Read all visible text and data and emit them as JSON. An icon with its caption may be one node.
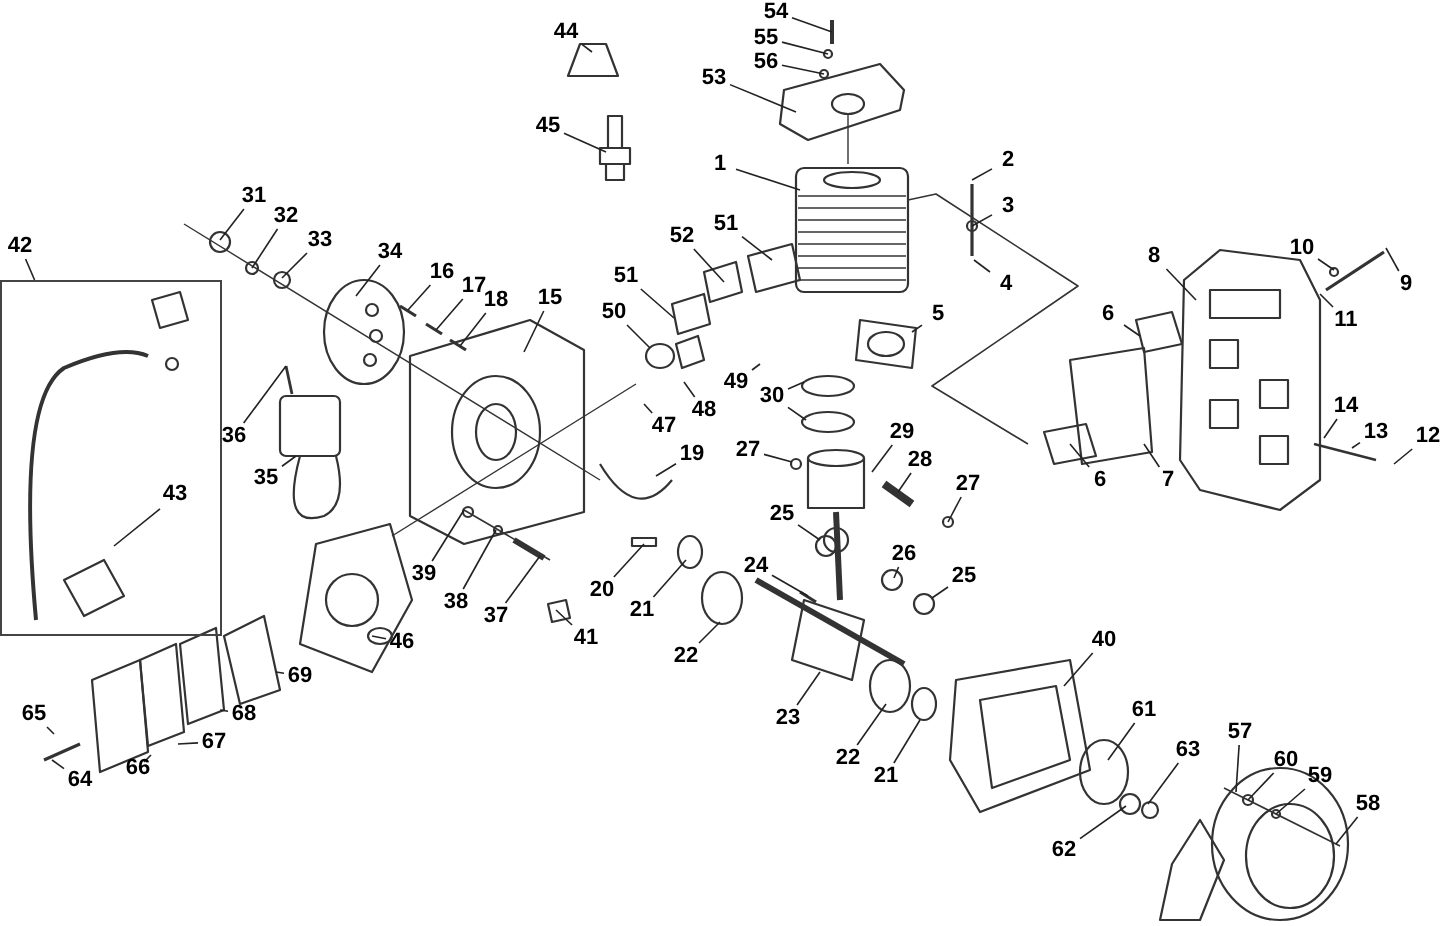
{
  "diagram": {
    "nodes": [
      {
        "text": [
          "54"
        ]
      },
      {
        "text": [
          "44"
        ]
      },
      {
        "text": [
          "55"
        ]
      },
      {
        "text": [
          "56"
        ]
      },
      {
        "text": [
          "53"
        ]
      },
      {
        "text": [
          "45"
        ]
      },
      {
        "text": [
          "2"
        ]
      },
      {
        "text": [
          "1"
        ]
      },
      {
        "text": [
          "31"
        ]
      },
      {
        "text": [
          "3"
        ]
      },
      {
        "text": [
          "32"
        ]
      },
      {
        "text": [
          "51"
        ]
      },
      {
        "text": [
          "33"
        ]
      },
      {
        "text": [
          "52"
        ]
      },
      {
        "text": [
          "42"
        ]
      },
      {
        "text": [],
        "shape": "box"
      },
      {
        "text": [
          "10"
        ]
      },
      {
        "text": [
          "34"
        ]
      },
      {
        "text": [
          "8"
        ]
      },
      {
        "text": [
          "51"
        ]
      },
      {
        "text": [
          "16"
        ]
      },
      {
        "text": [
          "9"
        ]
      },
      {
        "text": [
          "4"
        ]
      },
      {
        "text": [
          "17"
        ]
      },
      {
        "text": [
          "15"
        ]
      },
      {
        "text": [
          "18"
        ]
      },
      {
        "text": [
          "50"
        ]
      },
      {
        "text": [
          "5"
        ]
      },
      {
        "text": [
          "6"
        ]
      },
      {
        "text": [
          "11"
        ]
      },
      {
        "text": [
          "49"
        ]
      },
      {
        "text": [
          "30"
        ]
      },
      {
        "text": [
          "48"
        ]
      },
      {
        "text": [
          "14"
        ]
      },
      {
        "text": [
          "47"
        ]
      },
      {
        "text": [
          "13"
        ]
      },
      {
        "text": [
          "29"
        ]
      },
      {
        "text": [
          "36"
        ]
      },
      {
        "text": [
          "12"
        ]
      },
      {
        "text": [
          "27"
        ]
      },
      {
        "text": [
          "19"
        ]
      },
      {
        "text": [
          "28"
        ]
      },
      {
        "text": [
          "35"
        ]
      },
      {
        "text": [
          "6"
        ]
      },
      {
        "text": [
          "7"
        ]
      },
      {
        "text": [
          "27"
        ]
      },
      {
        "text": [
          "43"
        ],
        "in": 15
      },
      {
        "text": [
          "25"
        ]
      },
      {
        "text": [
          "24"
        ]
      },
      {
        "text": [
          "26"
        ]
      },
      {
        "text": [
          "39"
        ]
      },
      {
        "text": [
          "25"
        ]
      },
      {
        "text": [
          "20"
        ]
      },
      {
        "text": [
          "38"
        ]
      },
      {
        "text": [
          "21"
        ]
      },
      {
        "text": [
          "37"
        ]
      },
      {
        "text": [
          "41"
        ]
      },
      {
        "text": [
          "40"
        ]
      },
      {
        "text": [
          "46"
        ]
      },
      {
        "text": [
          "22"
        ]
      },
      {
        "text": [
          "69"
        ]
      },
      {
        "text": [
          "61"
        ]
      },
      {
        "text": [
          "65"
        ]
      },
      {
        "text": [
          "68"
        ]
      },
      {
        "text": [
          "23"
        ]
      },
      {
        "text": [
          "67"
        ]
      },
      {
        "text": [
          "57"
        ]
      },
      {
        "text": [
          "63"
        ]
      },
      {
        "text": [
          "22"
        ]
      },
      {
        "text": [
          "60"
        ]
      },
      {
        "text": [
          "66"
        ]
      },
      {
        "text": [
          "64"
        ]
      },
      {
        "text": [
          "21"
        ]
      },
      {
        "text": [
          "59"
        ]
      },
      {
        "text": [
          "58"
        ]
      },
      {
        "text": [
          "62"
        ]
      }
    ],
    "edges": [
      {
        "from": 0,
        "to": null,
        "arrow": "none"
      },
      {
        "from": 1,
        "to": null,
        "arrow": "none"
      },
      {
        "from": 2,
        "to": null,
        "arrow": "none"
      },
      {
        "from": 3,
        "to": null,
        "arrow": "none"
      },
      {
        "from": 4,
        "to": null,
        "arrow": "none"
      },
      {
        "from": 5,
        "to": null,
        "arrow": "none"
      },
      {
        "from": 6,
        "to": null,
        "arrow": "none"
      },
      {
        "from": 7,
        "to": null,
        "arrow": "none"
      },
      {
        "from": 8,
        "to": null,
        "arrow": "none"
      },
      {
        "from": 9,
        "to": null,
        "arrow": "none"
      },
      {
        "from": 10,
        "to": null,
        "arrow": "none"
      },
      {
        "from": 11,
        "to": null,
        "arrow": "none"
      },
      {
        "from": 12,
        "to": null,
        "arrow": "none"
      },
      {
        "from": 13,
        "to": null,
        "arrow": "none"
      },
      {
        "from": 14,
        "to": 15,
        "arrow": "none"
      },
      {
        "from": 16,
        "to": null,
        "arrow": "none"
      },
      {
        "from": 17,
        "to": null,
        "arrow": "none"
      },
      {
        "from": 18,
        "to": null,
        "arrow": "none"
      },
      {
        "from": 19,
        "to": null,
        "arrow": "none"
      },
      {
        "from": 20,
        "to": null,
        "arrow": "none"
      },
      {
        "from": 21,
        "to": null,
        "arrow": "none"
      },
      {
        "from": 22,
        "to": null,
        "arrow": "none"
      },
      {
        "from": 23,
        "to": null,
        "arrow": "none"
      },
      {
        "from": 24,
        "to": null,
        "arrow": "none"
      },
      {
        "from": 25,
        "to": null,
        "arrow": "none"
      },
      {
        "from": 26,
        "to": null,
        "arrow": "none"
      },
      {
        "from": 27,
        "to": null,
        "arrow": "none"
      },
      {
        "from": 28,
        "to": null,
        "arrow": "none"
      },
      {
        "from": 29,
        "to": null,
        "arrow": "none"
      },
      {
        "from": 30,
        "to": null,
        "arrow": "none"
      },
      {
        "from": 31,
        "to": null,
        "arrow": "none"
      },
      {
        "from": 31,
        "to": null,
        "arrow": "none"
      },
      {
        "from": 32,
        "to": null,
        "arrow": "none"
      },
      {
        "from": 33,
        "to": null,
        "arrow": "none"
      },
      {
        "from": 34,
        "to": null,
        "arrow": "none"
      },
      {
        "from": 35,
        "to": null,
        "arrow": "none"
      },
      {
        "from": 36,
        "to": null,
        "arrow": "none"
      },
      {
        "from": 37,
        "to": null,
        "arrow": "none"
      },
      {
        "from": 38,
        "to": null,
        "arrow": "none"
      },
      {
        "from": 39,
        "to": null,
        "arrow": "none"
      },
      {
        "from": 40,
        "to": null,
        "arrow": "none"
      },
      {
        "from": 41,
        "to": null,
        "arrow": "none"
      },
      {
        "from": 42,
        "to": null,
        "arrow": "none"
      },
      {
        "from": 43,
        "to": null,
        "arrow": "none"
      },
      {
        "from": 44,
        "to": null,
        "arrow": "none"
      },
      {
        "from": 45,
        "to": null,
        "arrow": "none"
      },
      {
        "from": 46,
        "to": null,
        "arrow": "none"
      },
      {
        "from": 47,
        "to": null,
        "arrow": "none"
      },
      {
        "from": 48,
        "to": null,
        "arrow": "none"
      },
      {
        "from": 49,
        "to": null,
        "arrow": "none"
      },
      {
        "from": 50,
        "to": null,
        "arrow": "none"
      },
      {
        "from": 51,
        "to": null,
        "arrow": "none"
      },
      {
        "from": 52,
        "to": null,
        "arrow": "none"
      },
      {
        "from": 53,
        "to": null,
        "arrow": "none"
      },
      {
        "from": 54,
        "to": null,
        "arrow": "none"
      },
      {
        "from": 55,
        "to": null,
        "arrow": "none"
      },
      {
        "from": 56,
        "to": null,
        "arrow": "none"
      },
      {
        "from": 57,
        "to": null,
        "arrow": "none"
      },
      {
        "from": 58,
        "to": null,
        "arrow": "none"
      },
      {
        "from": 59,
        "to": null,
        "arrow": "none"
      },
      {
        "from": 60,
        "to": null,
        "arrow": "none"
      },
      {
        "from": 61,
        "to": null,
        "arrow": "none"
      },
      {
        "from": 62,
        "to": null,
        "arrow": "none"
      },
      {
        "from": 63,
        "to": null,
        "arrow": "none"
      },
      {
        "from": 64,
        "to": null,
        "arrow": "none"
      },
      {
        "from": 65,
        "to": null,
        "arrow": "none"
      },
      {
        "from": 66,
        "to": null,
        "arrow": "none"
      },
      {
        "from": 67,
        "to": null,
        "arrow": "none"
      },
      {
        "from": 68,
        "to": null,
        "arrow": "none"
      },
      {
        "from": 69,
        "to": null,
        "arrow": "none"
      },
      {
        "from": 70,
        "to": null,
        "arrow": "none"
      },
      {
        "from": 71,
        "to": null,
        "arrow": "none"
      },
      {
        "from": 72,
        "to": null,
        "arrow": "none"
      },
      {
        "from": 73,
        "to": null,
        "arrow": "none"
      },
      {
        "from": 74,
        "to": null,
        "arrow": "none"
      },
      {
        "from": 75,
        "to": null,
        "arrow": "none"
      }
    ]
  }
}
